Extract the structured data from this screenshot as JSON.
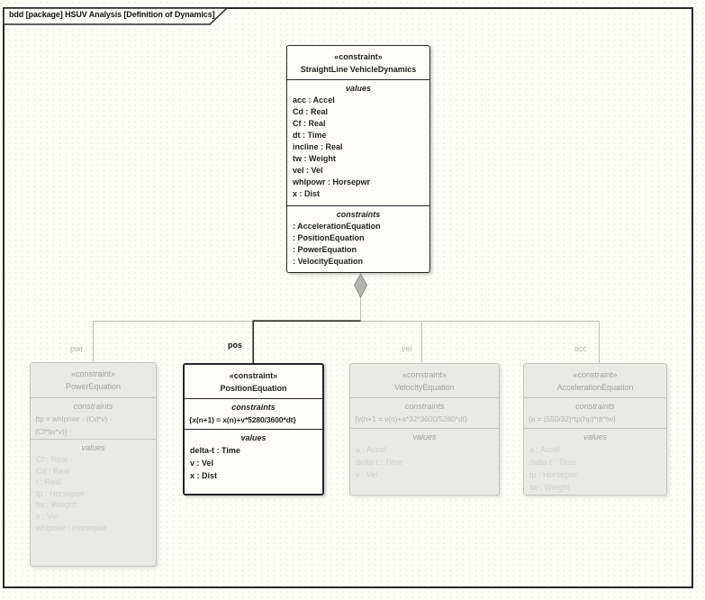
{
  "frame": {
    "title": "bdd [package] HSUV Analysis [Definition of Dynamics]"
  },
  "labels": {
    "values": "values",
    "constraints": "constraints"
  },
  "connector_labels": {
    "pwr": "pwr",
    "pos": "pos",
    "vel": "vel",
    "acc": "acc"
  },
  "blocks": {
    "dynamics": {
      "stereotype": "«constraint»",
      "name": "StraightLine VehicleDynamics",
      "values": [
        "acc : Accel",
        "Cd : Real",
        "Cf : Real",
        "dt : Time",
        "incline : Real",
        "tw : Weight",
        "vel : Vel",
        "whlpowr : Horsepwr",
        "x : Dist"
      ],
      "constraints": [
        ": AccelerationEquation",
        ": PositionEquation",
        ": PowerEquation",
        ": VelocityEquation"
      ]
    },
    "power": {
      "stereotype": "«constraint»",
      "name": "PowerEquation",
      "equation_lines": [
        "{tp = whlpowr - (Cd*v) -",
        "(Cf*tw*v)}"
      ],
      "values": [
        "Cf : Real",
        "Cd : Real",
        "i : Real",
        "tp : Horsepwr",
        "tw : Weight",
        "v : Vel",
        "whlpowr : Horsepwr"
      ]
    },
    "position": {
      "stereotype": "«constraint»",
      "name": "PositionEquation",
      "equation": "{x(n+1) = x(n)+v*5280/3600*dt}",
      "values": [
        "delta-t : Time",
        "v : Vel",
        "x : Dist"
      ]
    },
    "velocity": {
      "stereotype": "«constraint»",
      "name": "VelocityEquation",
      "equation": "{v(n+1 = v(n)+a*32*3600/5280*dt}",
      "values": [
        "a : Accel",
        "delta-t : Time",
        "v : Vel"
      ]
    },
    "acceleration": {
      "stereotype": "«constraint»",
      "name": "AccelerationEquation",
      "equation": "{a = (550/32)*tp(hp)*dt*tw}",
      "values": [
        "a : Accel",
        "delta-t : Time",
        "tp : Horsepwr",
        "tw : Weight"
      ]
    }
  },
  "colors": {
    "active_border": "#26262a",
    "active_fill": "#fffefa",
    "muted_fill": "#e9e9e6",
    "muted_border": "#c3c3c0",
    "muted_text": "#a5a5a2",
    "diamond_fill": "#b2b2af",
    "connector_gray": "#bdbdba",
    "connector_black": "#2a2a28"
  }
}
